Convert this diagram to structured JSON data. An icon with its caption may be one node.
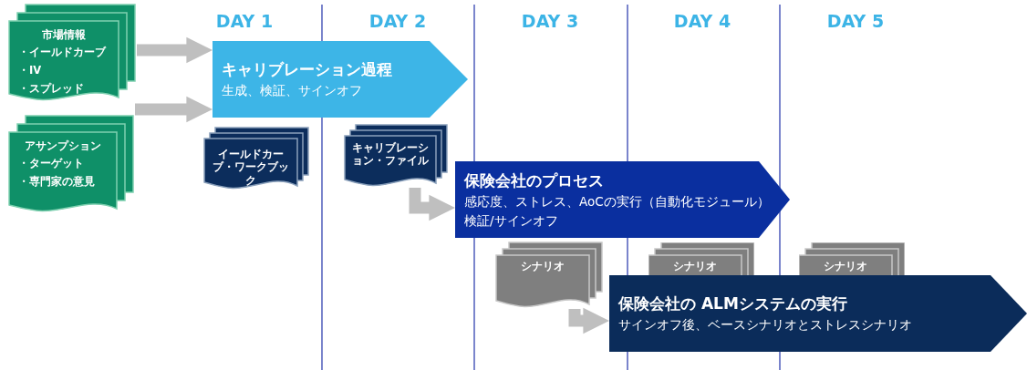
{
  "diagram": {
    "nodes": [
      {
        "text": [
          "市場情報",
          "・イールドカーブ",
          "・IV",
          "・スプレッド"
        ]
      },
      {
        "text": [
          "アサンプション",
          "・ターゲット",
          "・専門家の意見"
        ]
      },
      {
        "text": [
          "キャリブレーション過程",
          "生成、検証、サインオフ"
        ]
      },
      {
        "text": [
          "イールドカーブ・ワークブック"
        ]
      },
      {
        "text": [
          "キャリブレーション・ファイル"
        ]
      },
      {
        "text": [
          "保険会社のプロセス",
          "感応度、ストレス、AoCの実行（自動化モジュール）",
          "検証/サインオフ"
        ]
      },
      {
        "text": [
          "シナリオ"
        ]
      },
      {
        "text": [
          "シナリオ"
        ]
      },
      {
        "text": [
          "シナリオ"
        ]
      },
      {
        "text": [
          "保険会社の ALMシステムの実行",
          "サインオフ後、ベースシナリオとストレスシナリオ"
        ]
      }
    ],
    "edges": [
      {
        "from": 0,
        "to": 2,
        "arrow": "to"
      },
      {
        "from": 1,
        "to": 2,
        "arrow": "to"
      },
      {
        "from": 4,
        "to": 5,
        "arrow": "to"
      },
      {
        "from": 6,
        "to": 9,
        "arrow": "to"
      }
    ],
    "labels": [
      "DAY 1",
      "DAY 2",
      "DAY 3",
      "DAY 4",
      "DAY 5"
    ]
  }
}
